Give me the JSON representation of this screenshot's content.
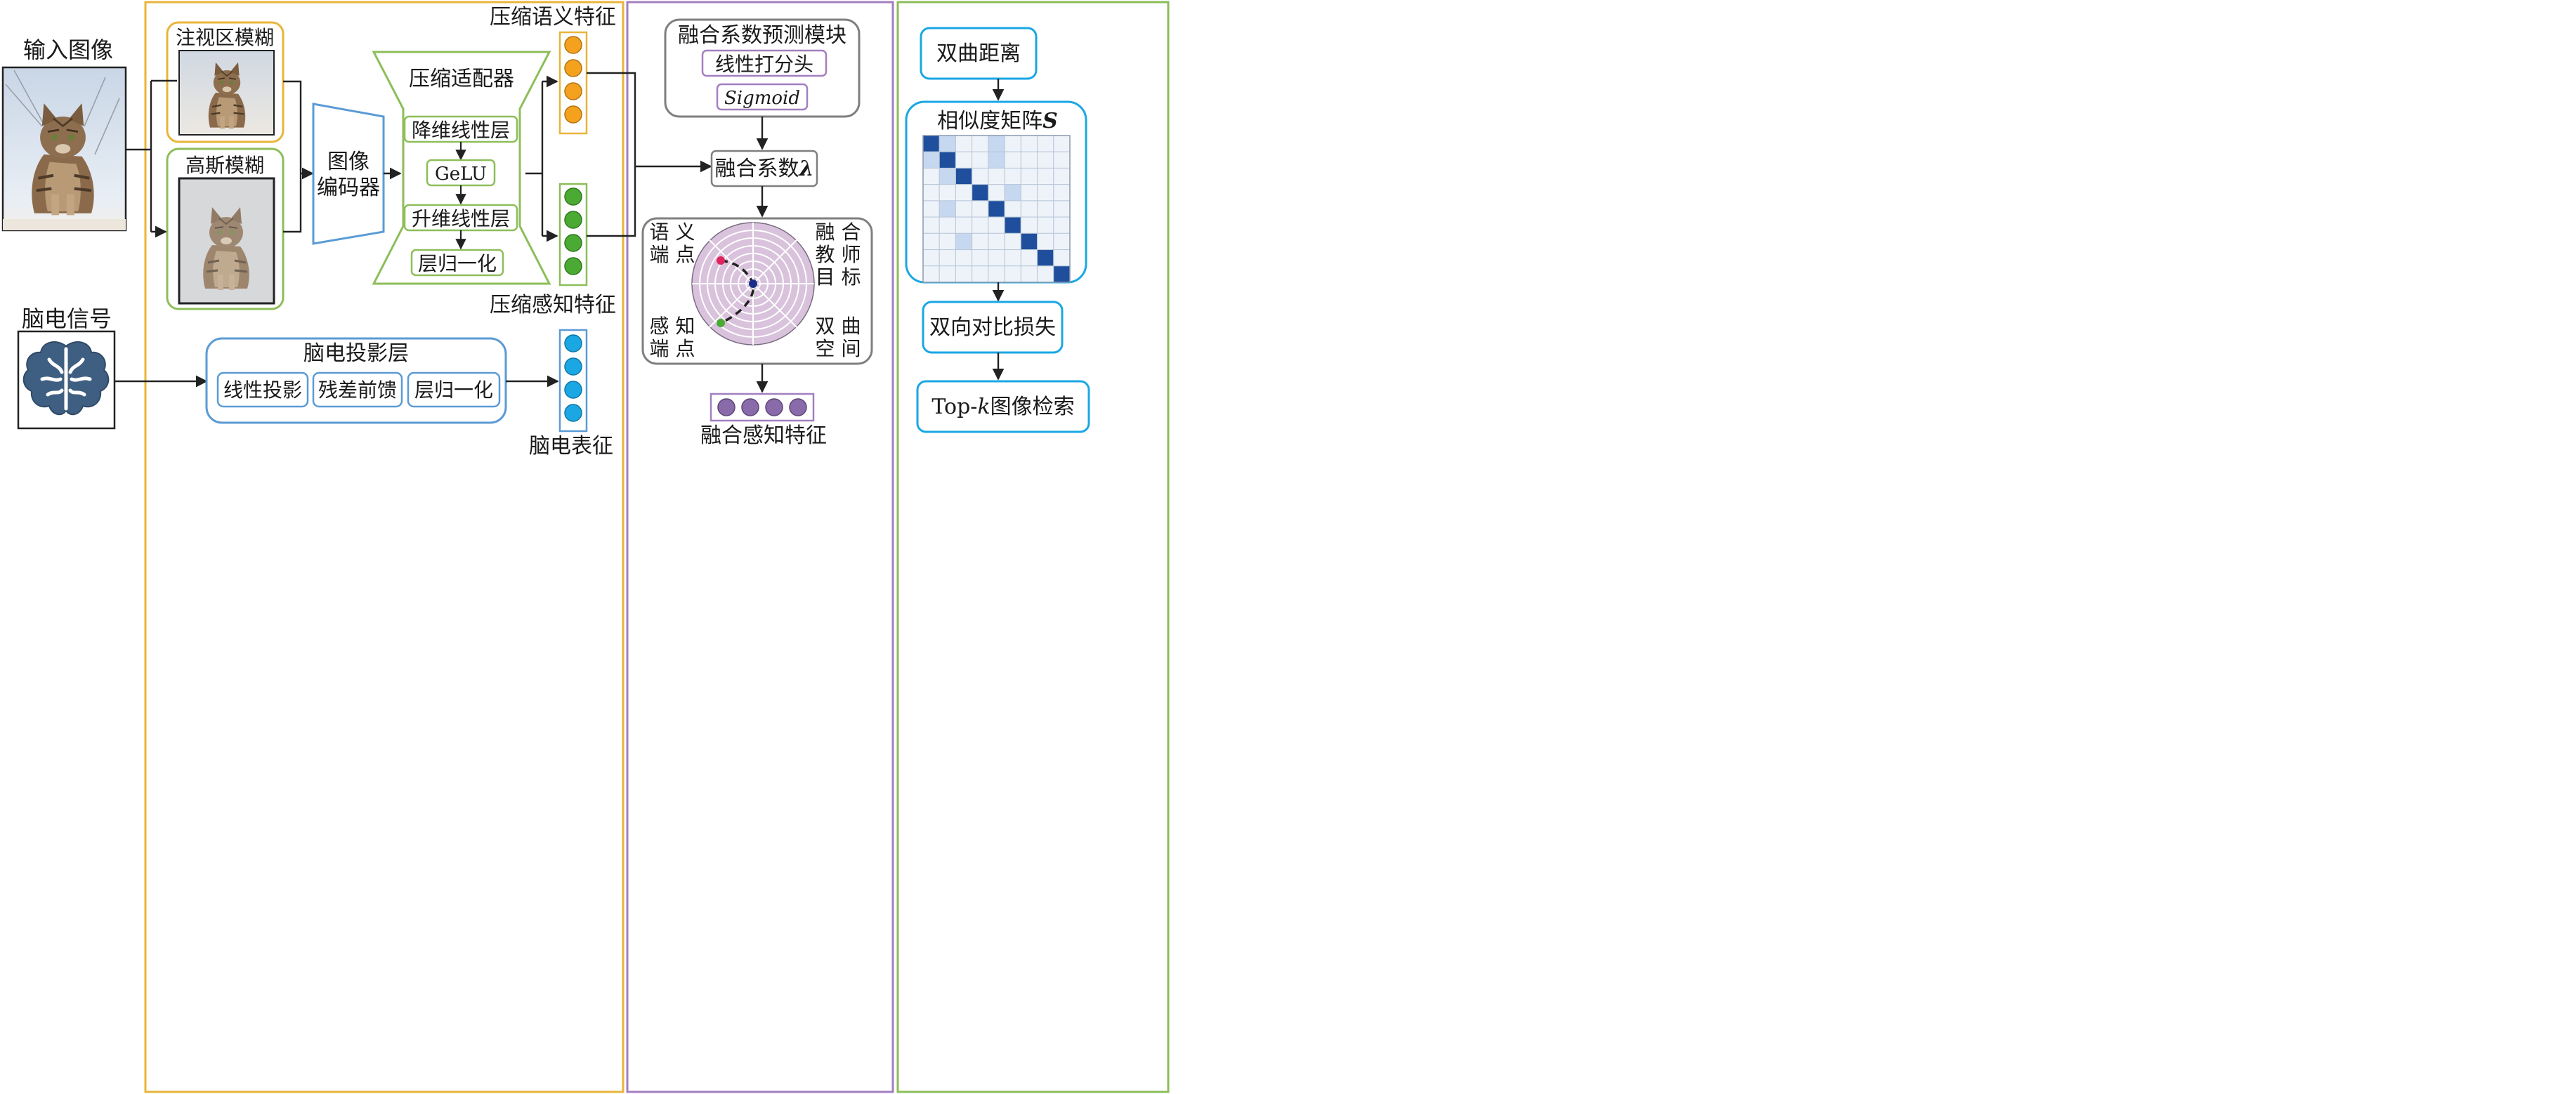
{
  "input": {
    "image_label": "输入图像",
    "eeg_label": "脑电信号"
  },
  "image_branch": {
    "foveated_blur_label": "注视区模糊",
    "gaussian_blur_label": "高斯模糊",
    "image_encoder_line1": "图像",
    "image_encoder_line2": "编码器"
  },
  "adapter": {
    "title": "压缩适配器",
    "layers": [
      "降维线性层",
      "GeLU",
      "升维线性层",
      "层归一化"
    ]
  },
  "features": {
    "semantic": "压缩语义特征",
    "perceptual": "压缩感知特征",
    "eeg_repr": "脑电表征"
  },
  "eeg_projection": {
    "title": "脑电投影层",
    "blocks": [
      "线性投影",
      "残差前馈",
      "层归一化"
    ]
  },
  "fusion": {
    "module_title": "融合系数预测模块",
    "scorer": "线性打分头",
    "sigmoid": "Sigmoid",
    "coef_text": "融合系数",
    "lambda": "λ",
    "semantic_end_line1": "语 义",
    "semantic_end_line2": "端 点",
    "teacher_line1": "融 合",
    "teacher_line2": "教 师",
    "teacher_line3": "目 标",
    "perceptual_end_line1": "感 知",
    "perceptual_end_line2": "端 点",
    "space_line1": "双 曲",
    "space_line2": "空 间",
    "fused_feature": "融合感知特征"
  },
  "retrieval": {
    "distance": "双曲距离",
    "matrix_title": "相似度矩阵",
    "matrix_symbol": "S",
    "loss": "双向对比损失",
    "topk_prefix": "Top-",
    "topk_k": "k",
    "topk_suffix": "图像检索"
  },
  "colors": {
    "yellow": "#E8B53A",
    "green": "#8DBE5A",
    "blue": "#5B9BD5",
    "purple": "#A37FC0",
    "orange_dot": "#F4A21D",
    "green_dot": "#4BAA33",
    "cyan_dot": "#1AA7E3",
    "violet_dot": "#8A6BAA",
    "hyperbolic_fill": "#D9C2DC"
  }
}
